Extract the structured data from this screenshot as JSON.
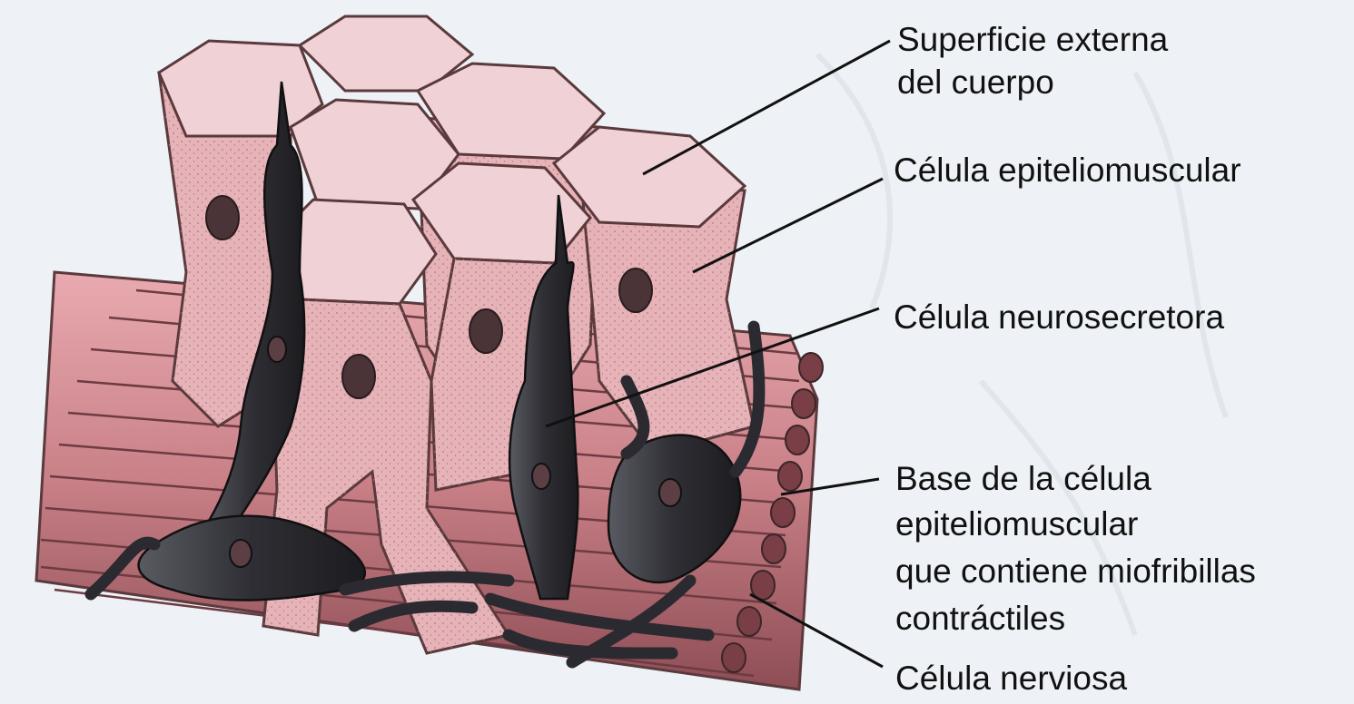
{
  "colors": {
    "page_background": "#eef2f6",
    "cell_pink": "#e6b3b8",
    "cell_top": "#f0d2d6",
    "cell_outline": "#5a3a3c",
    "muscle_fiber": "#c98087",
    "neural_cell": "#3a3a40",
    "nucleus": "#4a3438",
    "leader_line": "#111111"
  },
  "labels": {
    "superficie": [
      "Superficie externa",
      "del cuerpo"
    ],
    "epiteliomuscular": [
      "Célula epiteliomuscular"
    ],
    "neurosecretora": [
      "Célula neurosecretora"
    ],
    "base": [
      "Base de la célula",
      "epiteliomuscular",
      "que contiene miofribillas",
      "contráctiles"
    ],
    "nerviosa": [
      "Célula nerviosa"
    ]
  }
}
